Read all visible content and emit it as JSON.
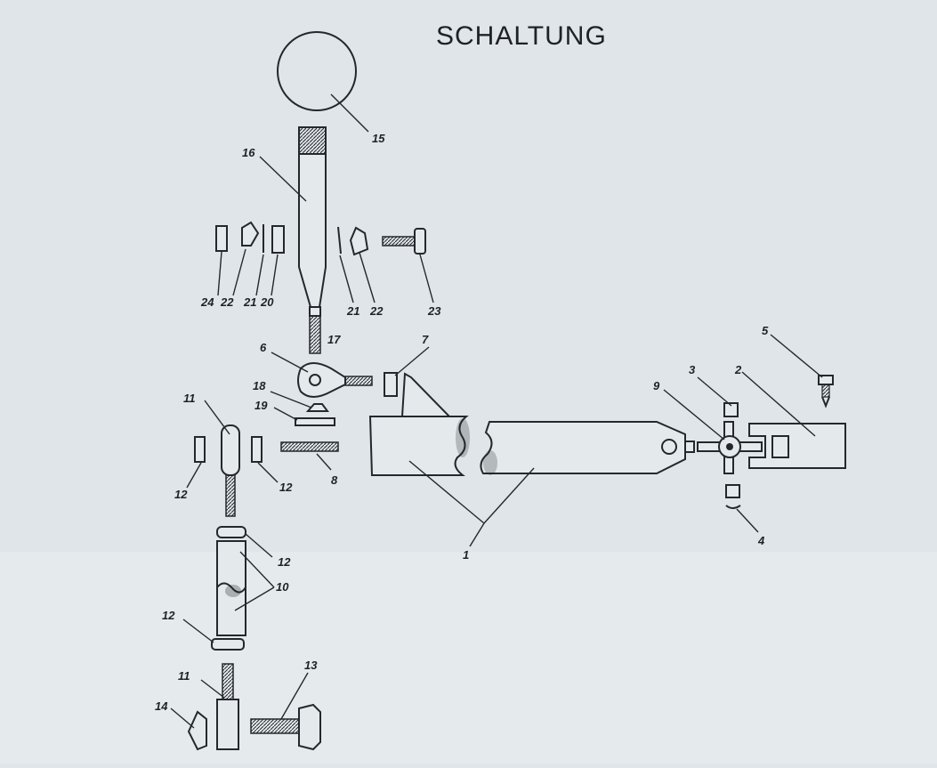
{
  "title": "SCHALTUNG",
  "labels": {
    "p1": "1",
    "p2": "2",
    "p3": "3",
    "p4": "4",
    "p5": "5",
    "p6": "6",
    "p7": "7",
    "p8": "8",
    "p9": "9",
    "p10": "10",
    "p11a": "11",
    "p11b": "11",
    "p12a": "12",
    "p12b": "12",
    "p12c": "12",
    "p12d": "12",
    "p13": "13",
    "p14": "14",
    "p15": "15",
    "p16": "16",
    "p17": "17",
    "p18": "18",
    "p19": "19",
    "p20": "20",
    "p21a": "21",
    "p21b": "21",
    "p22a": "22",
    "p22b": "22",
    "p23": "23",
    "p24": "24"
  }
}
